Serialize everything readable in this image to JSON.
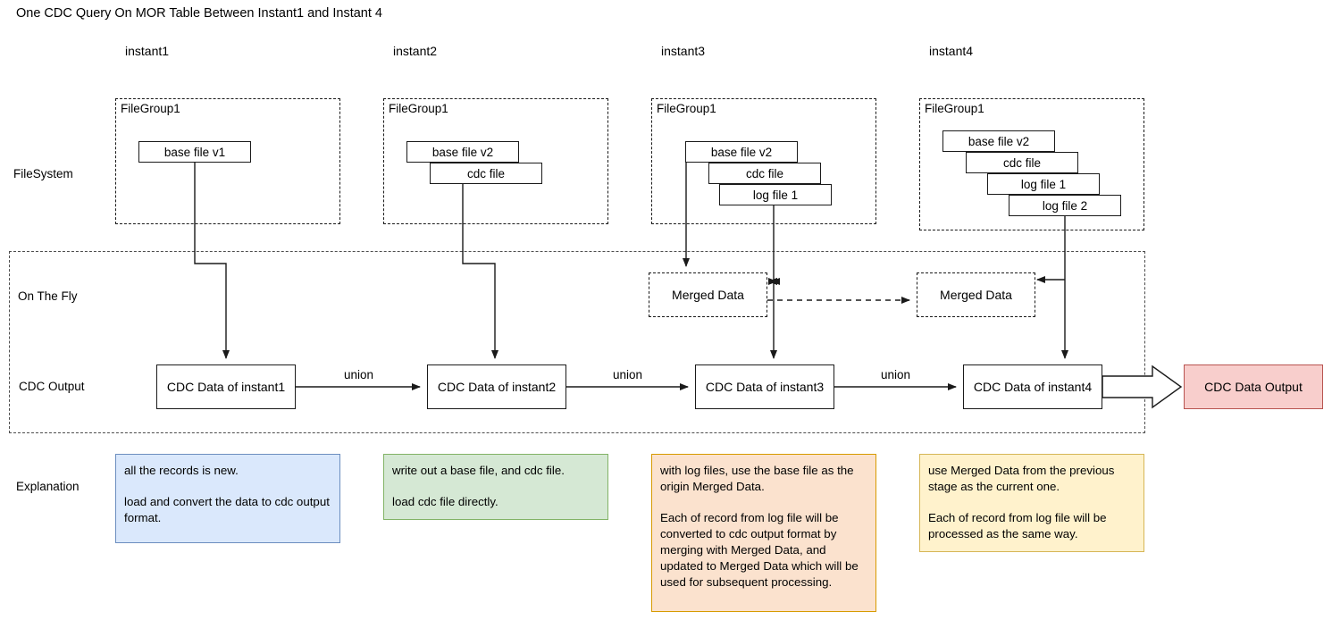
{
  "title": "One CDC Query On MOR Table Between Instant1 and Instant 4",
  "column_labels": [
    "instant1",
    "instant2",
    "instant3",
    "instant4"
  ],
  "row_labels": {
    "filesystem": "FileSystem",
    "on_the_fly": "On The Fly",
    "cdc_output": "CDC Output",
    "explanation": "Explanation"
  },
  "file_groups": [
    {
      "title": "FileGroup1",
      "files": [
        "base file v1"
      ]
    },
    {
      "title": "FileGroup1",
      "files": [
        "base file v2",
        "cdc file"
      ]
    },
    {
      "title": "FileGroup1",
      "files": [
        "base file v2",
        "cdc file",
        "log file 1"
      ]
    },
    {
      "title": "FileGroup1",
      "files": [
        "base file v2",
        "cdc file",
        "log file 1",
        "log file 2"
      ]
    }
  ],
  "merged_data": [
    {
      "label": "Merged Data"
    },
    {
      "label": "Merged Data"
    }
  ],
  "cdc_boxes": [
    {
      "label": "CDC Data of instant1"
    },
    {
      "label": "CDC Data of instant2"
    },
    {
      "label": "CDC Data of instant3"
    },
    {
      "label": "CDC Data of instant4"
    }
  ],
  "union_labels": [
    "union",
    "union",
    "union"
  ],
  "output": {
    "label": "CDC Data Output",
    "fill": "#f8cecc",
    "stroke": "#b85450"
  },
  "explanations": [
    {
      "fill": "#dae8fc",
      "stroke": "#6c8ebf",
      "paragraphs": [
        "all the records is new.",
        "load and convert the data to cdc output format."
      ]
    },
    {
      "fill": "#d5e8d4",
      "stroke": "#82b366",
      "paragraphs": [
        "write out a base file, and cdc file.",
        "load cdc file directly."
      ]
    },
    {
      "fill": "#fbe2ce",
      "stroke": "#d79b00",
      "paragraphs": [
        "with log files, use the base file as the origin Merged Data.",
        "Each of record from log file will be converted to cdc output format by merging with Merged Data, and updated to Merged Data which will be used for subsequent processing."
      ]
    },
    {
      "fill": "#fff2cc",
      "stroke": "#d6b656",
      "paragraphs": [
        "use Merged Data from the previous stage as the current one.",
        "Each of record from log file will be processed as the same way."
      ]
    }
  ]
}
